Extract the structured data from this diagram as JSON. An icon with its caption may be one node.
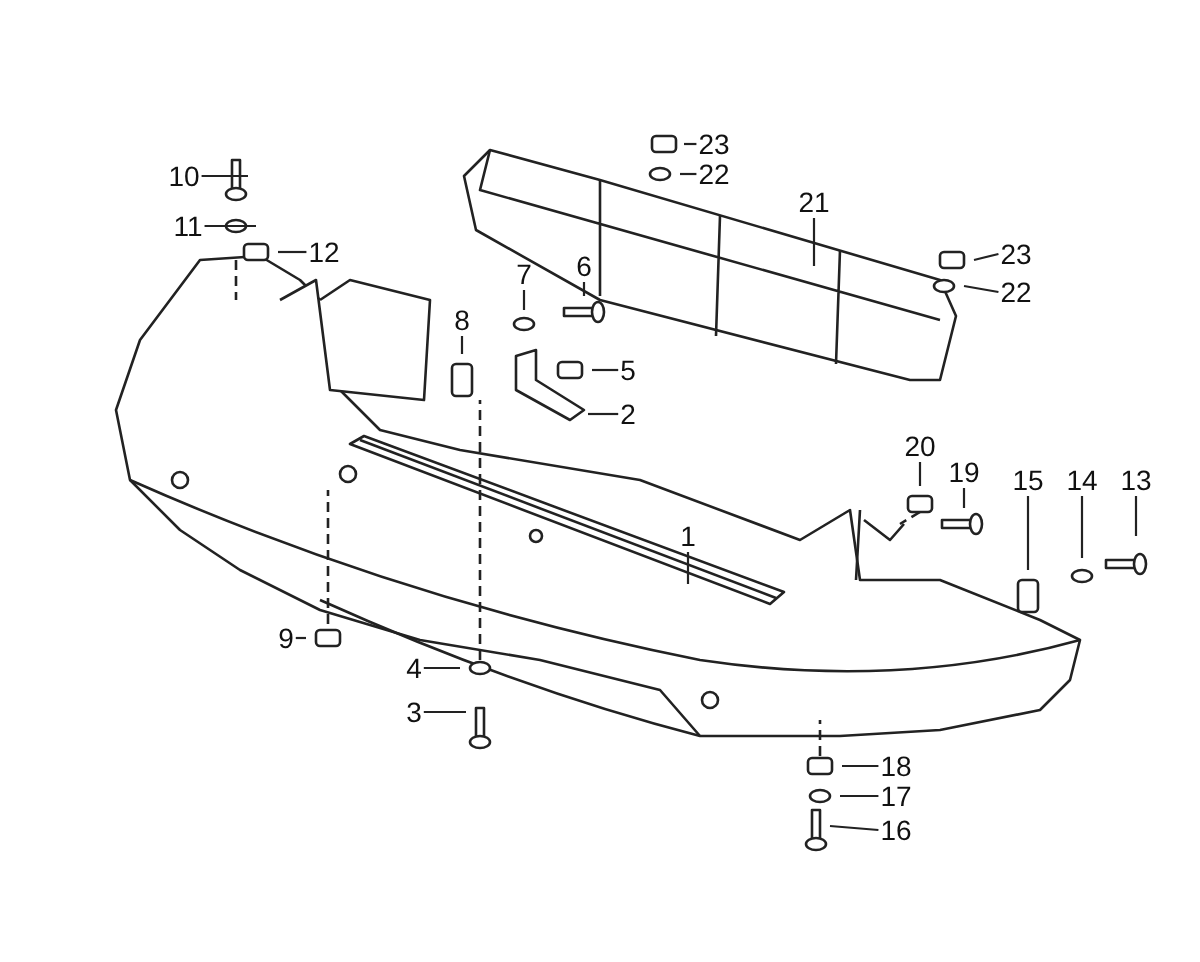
{
  "diagram": {
    "nodes": [
      {
        "text": [
          "23"
        ]
      },
      {
        "text": [
          "10"
        ]
      },
      {
        "text": [
          "22"
        ]
      },
      {
        "text": [
          "21"
        ]
      },
      {
        "text": [
          "11"
        ]
      },
      {
        "text": [
          "12"
        ]
      },
      {
        "text": [
          "23"
        ]
      },
      {
        "text": [
          "6"
        ]
      },
      {
        "text": [
          "7"
        ]
      },
      {
        "text": [
          "22"
        ]
      },
      {
        "text": [
          "8"
        ]
      },
      {
        "text": [
          "5"
        ]
      },
      {
        "text": [
          "2"
        ]
      },
      {
        "text": [
          "20"
        ]
      },
      {
        "text": [
          "19"
        ]
      },
      {
        "text": [
          "13"
        ]
      },
      {
        "text": [
          "14"
        ]
      },
      {
        "text": [
          "15"
        ]
      },
      {
        "text": [
          "1"
        ]
      },
      {
        "text": [
          "9"
        ]
      },
      {
        "text": [
          "4"
        ]
      },
      {
        "text": [
          "3"
        ]
      },
      {
        "text": [
          "18"
        ]
      },
      {
        "text": [
          "17"
        ]
      },
      {
        "text": [
          "16"
        ]
      }
    ],
    "edges": [
      {
        "from": 0,
        "to": null,
        "arrow": "none"
      },
      {
        "from": 1,
        "to": null,
        "arrow": "none"
      },
      {
        "from": 2,
        "to": null,
        "arrow": "none"
      },
      {
        "from": 3,
        "to": null,
        "arrow": "none"
      },
      {
        "from": 4,
        "to": null,
        "arrow": "none"
      },
      {
        "from": 5,
        "to": null,
        "arrow": "none"
      },
      {
        "from": 6,
        "to": null,
        "arrow": "none"
      },
      {
        "from": 7,
        "to": null,
        "arrow": "none"
      },
      {
        "from": 8,
        "to": null,
        "arrow": "none"
      },
      {
        "from": 9,
        "to": null,
        "arrow": "none"
      },
      {
        "from": 10,
        "to": null,
        "arrow": "none"
      },
      {
        "from": 11,
        "to": null,
        "arrow": "none"
      },
      {
        "from": 12,
        "to": null,
        "arrow": "none"
      },
      {
        "from": 13,
        "to": null,
        "arrow": "none"
      },
      {
        "from": 14,
        "to": null,
        "arrow": "none"
      },
      {
        "from": 15,
        "to": null,
        "arrow": "none"
      },
      {
        "from": 16,
        "to": null,
        "arrow": "none"
      },
      {
        "from": 17,
        "to": null,
        "arrow": "none"
      },
      {
        "from": 18,
        "to": null,
        "arrow": "none"
      },
      {
        "from": 19,
        "to": null,
        "arrow": "none"
      },
      {
        "from": 20,
        "to": null,
        "arrow": "none"
      },
      {
        "from": 21,
        "to": null,
        "arrow": "none"
      },
      {
        "from": 22,
        "to": null,
        "arrow": "none"
      },
      {
        "from": 23,
        "to": null,
        "arrow": "none"
      },
      {
        "from": 24,
        "to": null,
        "arrow": "none"
      }
    ]
  }
}
